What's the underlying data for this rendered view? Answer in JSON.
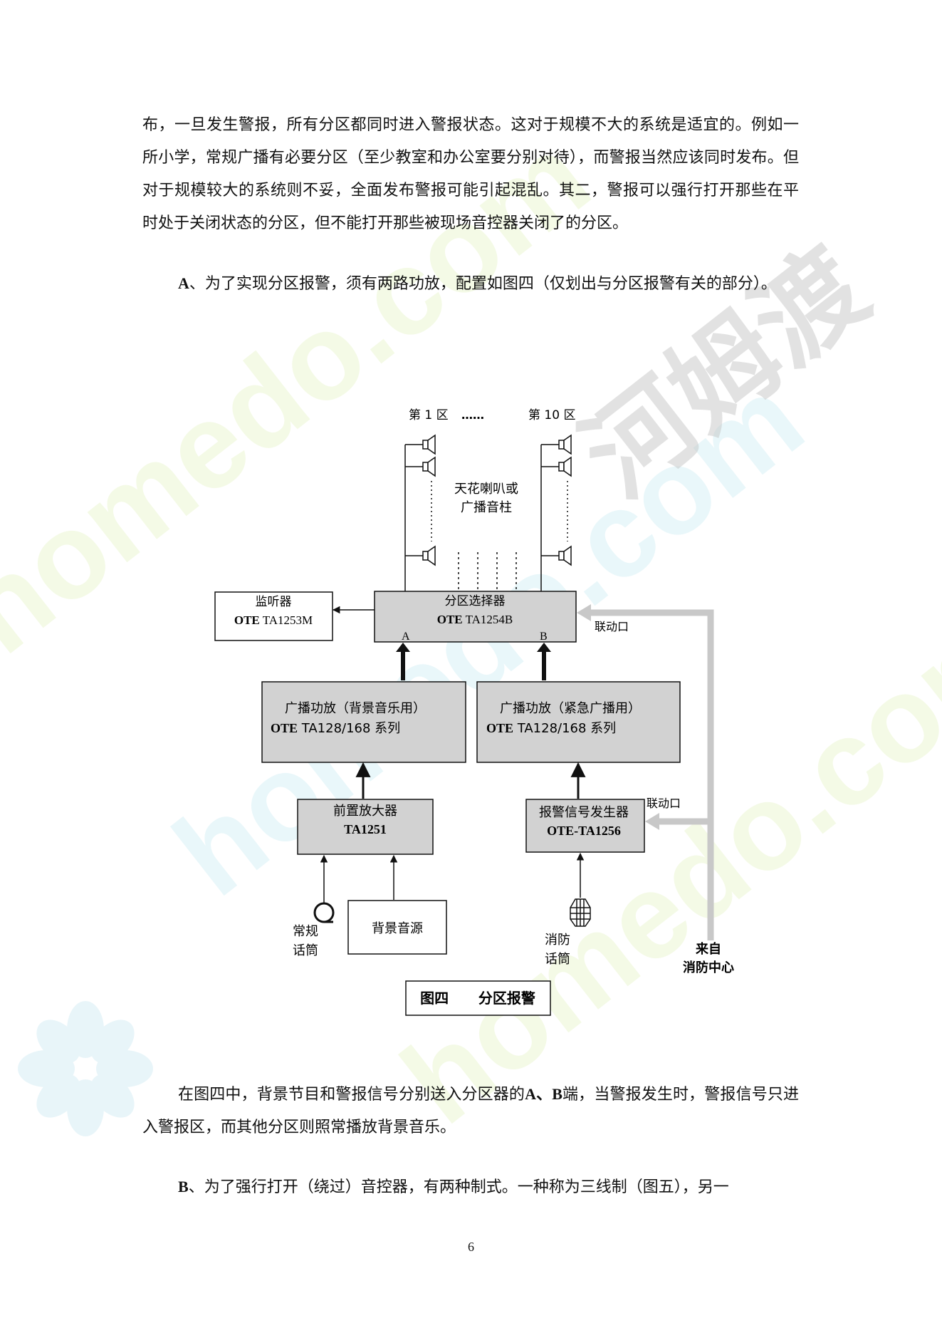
{
  "text": {
    "para1": "布，一旦发生警报，所有分区都同时进入警报状态。这对于规模不大的系统是适宜的。例如一所小学，常规广播有必要分区（至少教室和办公室要分别对待），而警报当然应该同时发布。但对于规模较大的系统则不妥，全面发布警报可能引起混乱。其二，警报可以强行打开那些在平时处于关闭状态的分区，但不能打开那些被现场音控器关闭了的分区。",
    "para2_lead": "A",
    "para2": "、为了实现分区报警，须有两路功放，配置如图四（仅划出与分区报警有关的部分）。",
    "para3_a": "在图四中，背景节目和警报信号分别送入分区器的",
    "para3_lead": "A、B",
    "para3_b": "端，当警报发生时，警报信号只进入警报区，而其他分区则照常播放背景音乐。",
    "para4_lead": "B",
    "para4": "、为了强行打开（绕过）音控器，有两种制式。一种称为三线制（图五），另一",
    "page_number": "6"
  },
  "watermark": {
    "line1": "homedo.com",
    "line2": "homedo.com",
    "line3": "homedo.com",
    "cn": "河姆渡"
  },
  "diagram": {
    "zone_first": "第 1 区",
    "zone_dots": "……",
    "zone_last": "第 10 区",
    "speaker_label_1": "天花喇叭或",
    "speaker_label_2": "广播音柱",
    "monitor_name": "监听器",
    "monitor_brand": "OTE",
    "monitor_model": "TA1253M",
    "selector_name": "分区选择器",
    "selector_brand": "OTE",
    "selector_model": "TA1254B",
    "port_a": "A",
    "port_b": "B",
    "link_port_1": "联动口",
    "amp_bg_name": "广播功放（背景音乐用）",
    "amp_bg_brand": "OTE",
    "amp_bg_model": "TA128/168 系列",
    "amp_em_name": "广播功放（紧急广播用）",
    "amp_em_brand": "OTE",
    "amp_em_model": "TA128/168 系列",
    "preamp_name": "前置放大器",
    "preamp_model": "TA1251",
    "alarm_name": "报警信号发生器",
    "alarm_model": "OTE-TA1256",
    "link_port_2": "联动口",
    "bg_source": "背景音源",
    "mic_normal_1": "常规",
    "mic_normal_2": "话筒",
    "mic_fire_1": "消防",
    "mic_fire_2": "话筒",
    "fire_center_1": "来自",
    "fire_center_2": "消防中心",
    "caption": "图四      分区报警"
  },
  "colors": {
    "box_fill": "#d2d2d2",
    "feed_line": "#c8c8c8"
  }
}
